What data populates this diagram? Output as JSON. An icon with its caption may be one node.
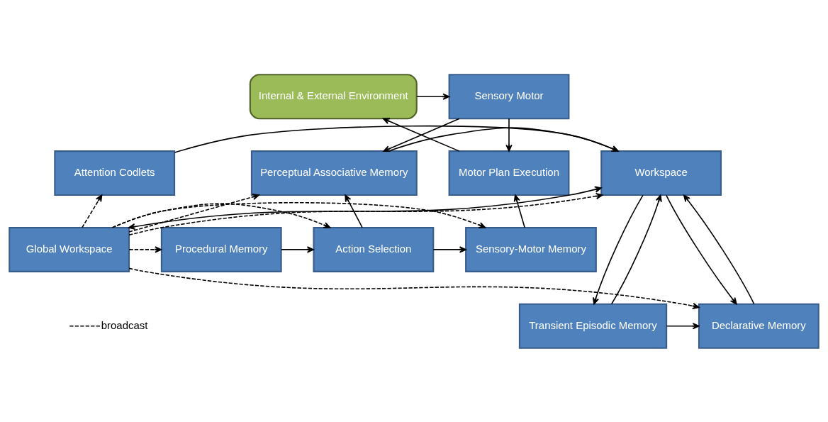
{
  "diagram": {
    "nodes": [
      {
        "text": [
          "Internal & External Environment"
        ]
      },
      {
        "text": [
          "Sensory Motor"
        ]
      },
      {
        "text": [
          "Declarative Memory"
        ]
      },
      {
        "text": [
          "Transient Episodic Memory"
        ]
      },
      {
        "text": [
          "Motor Plan Execution"
        ]
      },
      {
        "text": [
          "Perceptual Associative Memory"
        ]
      },
      {
        "text": [
          "Workspace"
        ]
      },
      {
        "text": [
          "Attention Codlets"
        ]
      },
      {
        "text": [
          "Sensory-Motor Memory"
        ]
      },
      {
        "text": [
          "Action Selection"
        ]
      },
      {
        "text": [
          "Procedural Memory"
        ]
      },
      {
        "text": [
          "Global Workspace"
        ]
      }
    ],
    "edges": [
      {
        "from": 0,
        "to": 1,
        "arrow": "to"
      },
      {
        "from": 1,
        "to": 4,
        "arrow": "to"
      },
      {
        "from": 1,
        "to": 5,
        "arrow": "to"
      },
      {
        "from": 4,
        "to": 0,
        "arrow": "to"
      },
      {
        "from": 8,
        "to": 4,
        "arrow": "to"
      },
      {
        "from": 9,
        "to": 8,
        "arrow": "to"
      },
      {
        "from": 9,
        "to": 5,
        "arrow": "to"
      },
      {
        "from": 10,
        "to": 9,
        "arrow": "to"
      },
      {
        "from": 5,
        "to": 6,
        "arrow": "to"
      },
      {
        "from": 7,
        "to": 6,
        "arrow": "to"
      },
      {
        "from": 3,
        "to": 2,
        "arrow": "to"
      },
      {
        "from": 6,
        "to": 2,
        "arrow": "to"
      },
      {
        "from": 2,
        "to": 6,
        "arrow": "to"
      },
      {
        "from": 3,
        "to": 6,
        "arrow": "to"
      },
      {
        "from": 6,
        "to": 3,
        "arrow": "to"
      },
      {
        "from": 6,
        "to": 11,
        "arrow": "both"
      },
      {
        "from": 11,
        "to": 6,
        "arrow": "to",
        "style": "dashed"
      },
      {
        "from": 11,
        "to": 7,
        "arrow": "to",
        "style": "dashed"
      },
      {
        "from": 11,
        "to": 10,
        "arrow": "to",
        "style": "dashed"
      },
      {
        "from": 11,
        "to": 2,
        "arrow": "to",
        "style": "dashed"
      },
      {
        "from": 11,
        "to": 5,
        "arrow": "to",
        "style": "dashed"
      },
      {
        "from": 11,
        "to": 8,
        "arrow": "to",
        "style": "dashed"
      },
      {
        "from": 11,
        "to": 9,
        "arrow": "to",
        "style": "dashed"
      }
    ],
    "legend": [
      {
        "text": "broadcast"
      }
    ]
  }
}
